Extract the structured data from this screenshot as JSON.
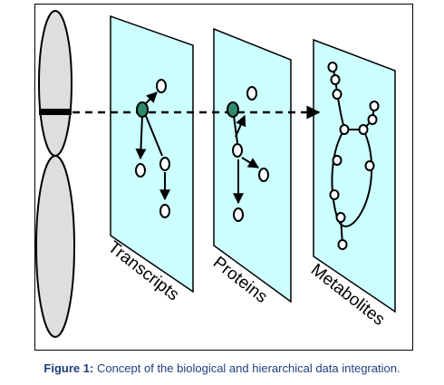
{
  "panels": {
    "transcripts": "Transcripts",
    "proteins": "Proteins",
    "metabolites": "Metabolites"
  },
  "caption": {
    "label": "Figure 1:",
    "text": "Concept of the biological and hierarchical data integration."
  },
  "colors": {
    "panel_fill": "#ccffff",
    "chromosome_fill": "#dedede",
    "highlight_node": "#2e8b6e",
    "caption_text": "#1f3f7f"
  }
}
